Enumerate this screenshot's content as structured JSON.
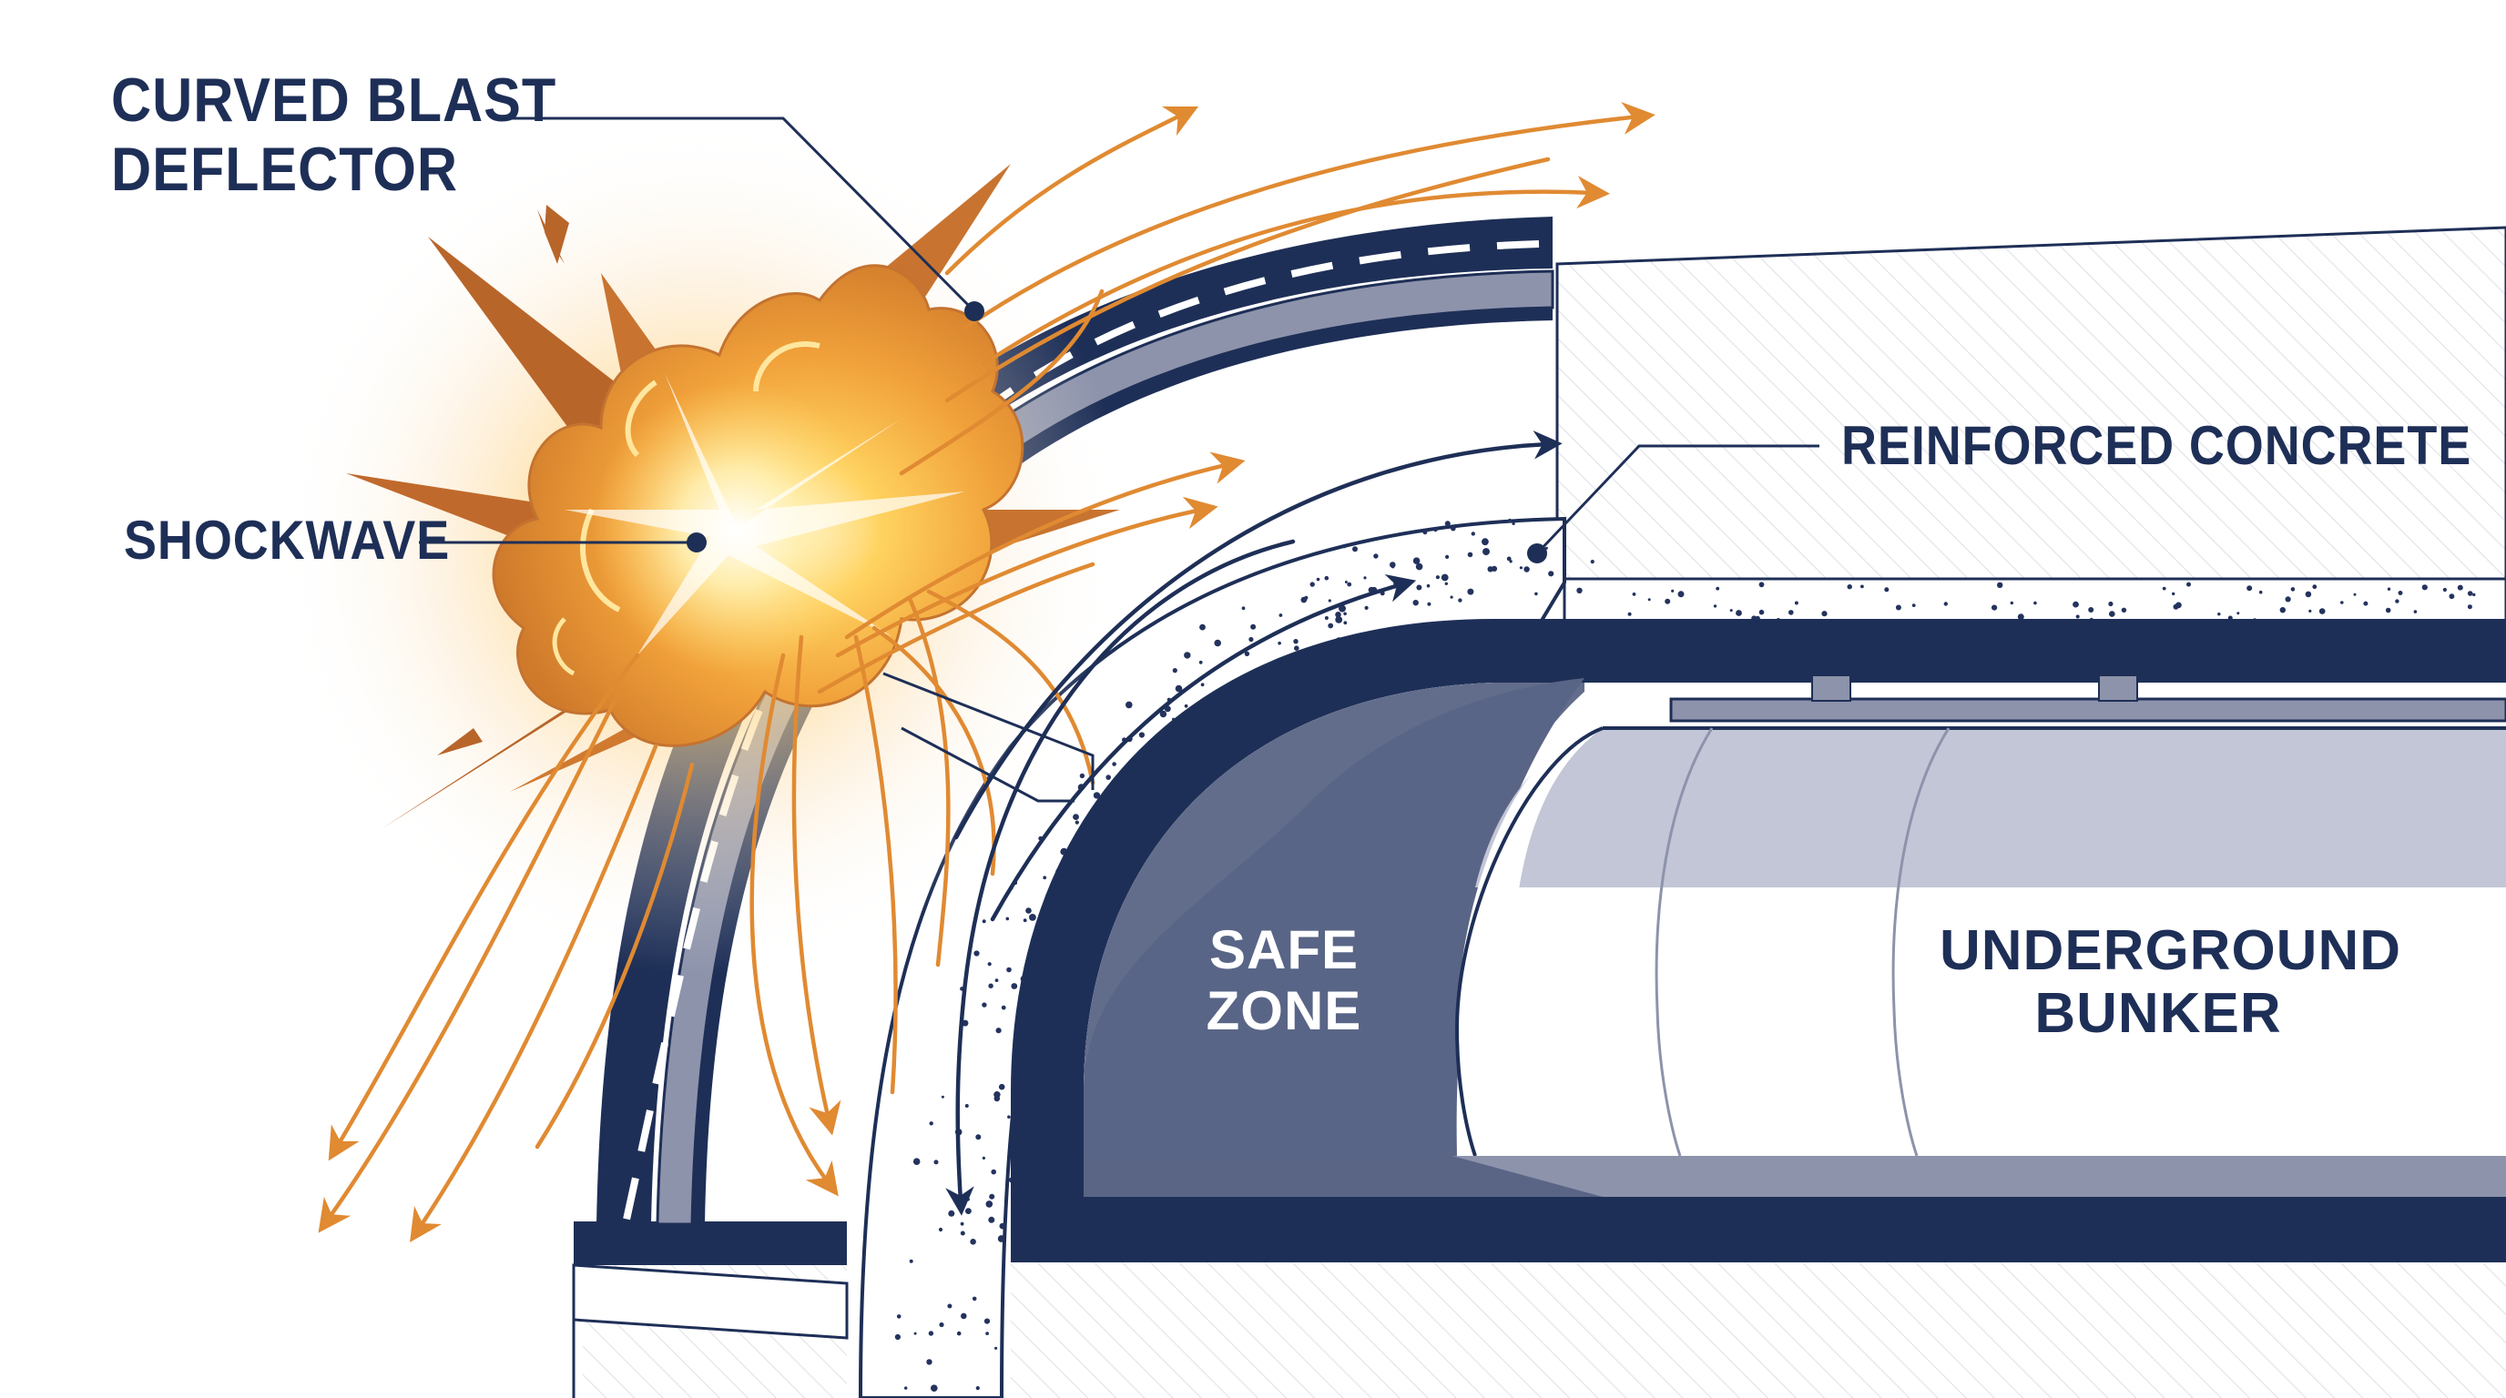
{
  "labels": {
    "deflector": [
      "CURVED BLAST",
      "DEFLECTOR"
    ],
    "shockwave": "SHOCKWAVE",
    "concrete": "REINFORCED CONCRETE",
    "safe_zone": [
      "SAFE",
      "ZONE"
    ],
    "bunker": [
      "UNDERGROUND",
      "BUNKER"
    ]
  },
  "colors": {
    "navy": "#1e2f57",
    "steel_gray": "#8d93ab",
    "safe_zone_fill": "#5a6586",
    "flow_orange": "#e08a32",
    "blast_core": "#ffd36a",
    "blast_outer": "#d9822b",
    "concrete_speckle": "#24335e",
    "ground_hatch": "#e4e6ec"
  },
  "icons": {
    "blast": "explosion-burst-icon",
    "flow_arrow": "arrowhead-icon",
    "leader_dot": "leader-dot-icon"
  }
}
